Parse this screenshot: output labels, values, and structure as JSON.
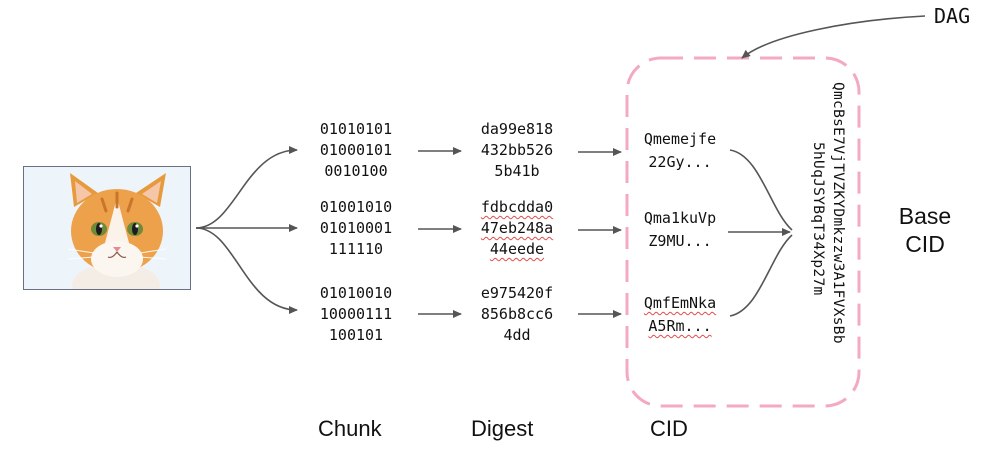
{
  "labels": {
    "dag": "DAG",
    "base_cid_line1": "Base",
    "base_cid_line2": "CID",
    "chunk": "Chunk",
    "digest": "Digest",
    "cid": "CID"
  },
  "rows": [
    {
      "chunk": [
        "01010101",
        "01000101",
        "0010100"
      ],
      "digest": [
        "da99e818",
        "432bb526",
        "5b41b"
      ],
      "cid": [
        "Qmemejfe",
        "22Gy..."
      ]
    },
    {
      "chunk": [
        "01001010",
        "01010001",
        "111110"
      ],
      "digest": [
        "fdbcdda0",
        "47eb248a",
        "44eede"
      ],
      "cid": [
        "Qma1kuVp",
        "Z9MU..."
      ]
    },
    {
      "chunk": [
        "01010010",
        "10000111",
        "100101"
      ],
      "digest": [
        "e975420f",
        "856b8cc6",
        "4dd"
      ],
      "cid": [
        "QmfEmNka",
        "A5Rm..."
      ]
    }
  ],
  "base_cid_value": [
    "QmcBsE7VjTVZKYDmkzzw3A1FVXsBb",
    "5hUqJSYBqT34Xp27m"
  ],
  "colors": {
    "dashed_box": "#f4a9c2",
    "arrows": "#555555",
    "text": "#111111",
    "spellcheck_underline": "#e14b4b"
  }
}
